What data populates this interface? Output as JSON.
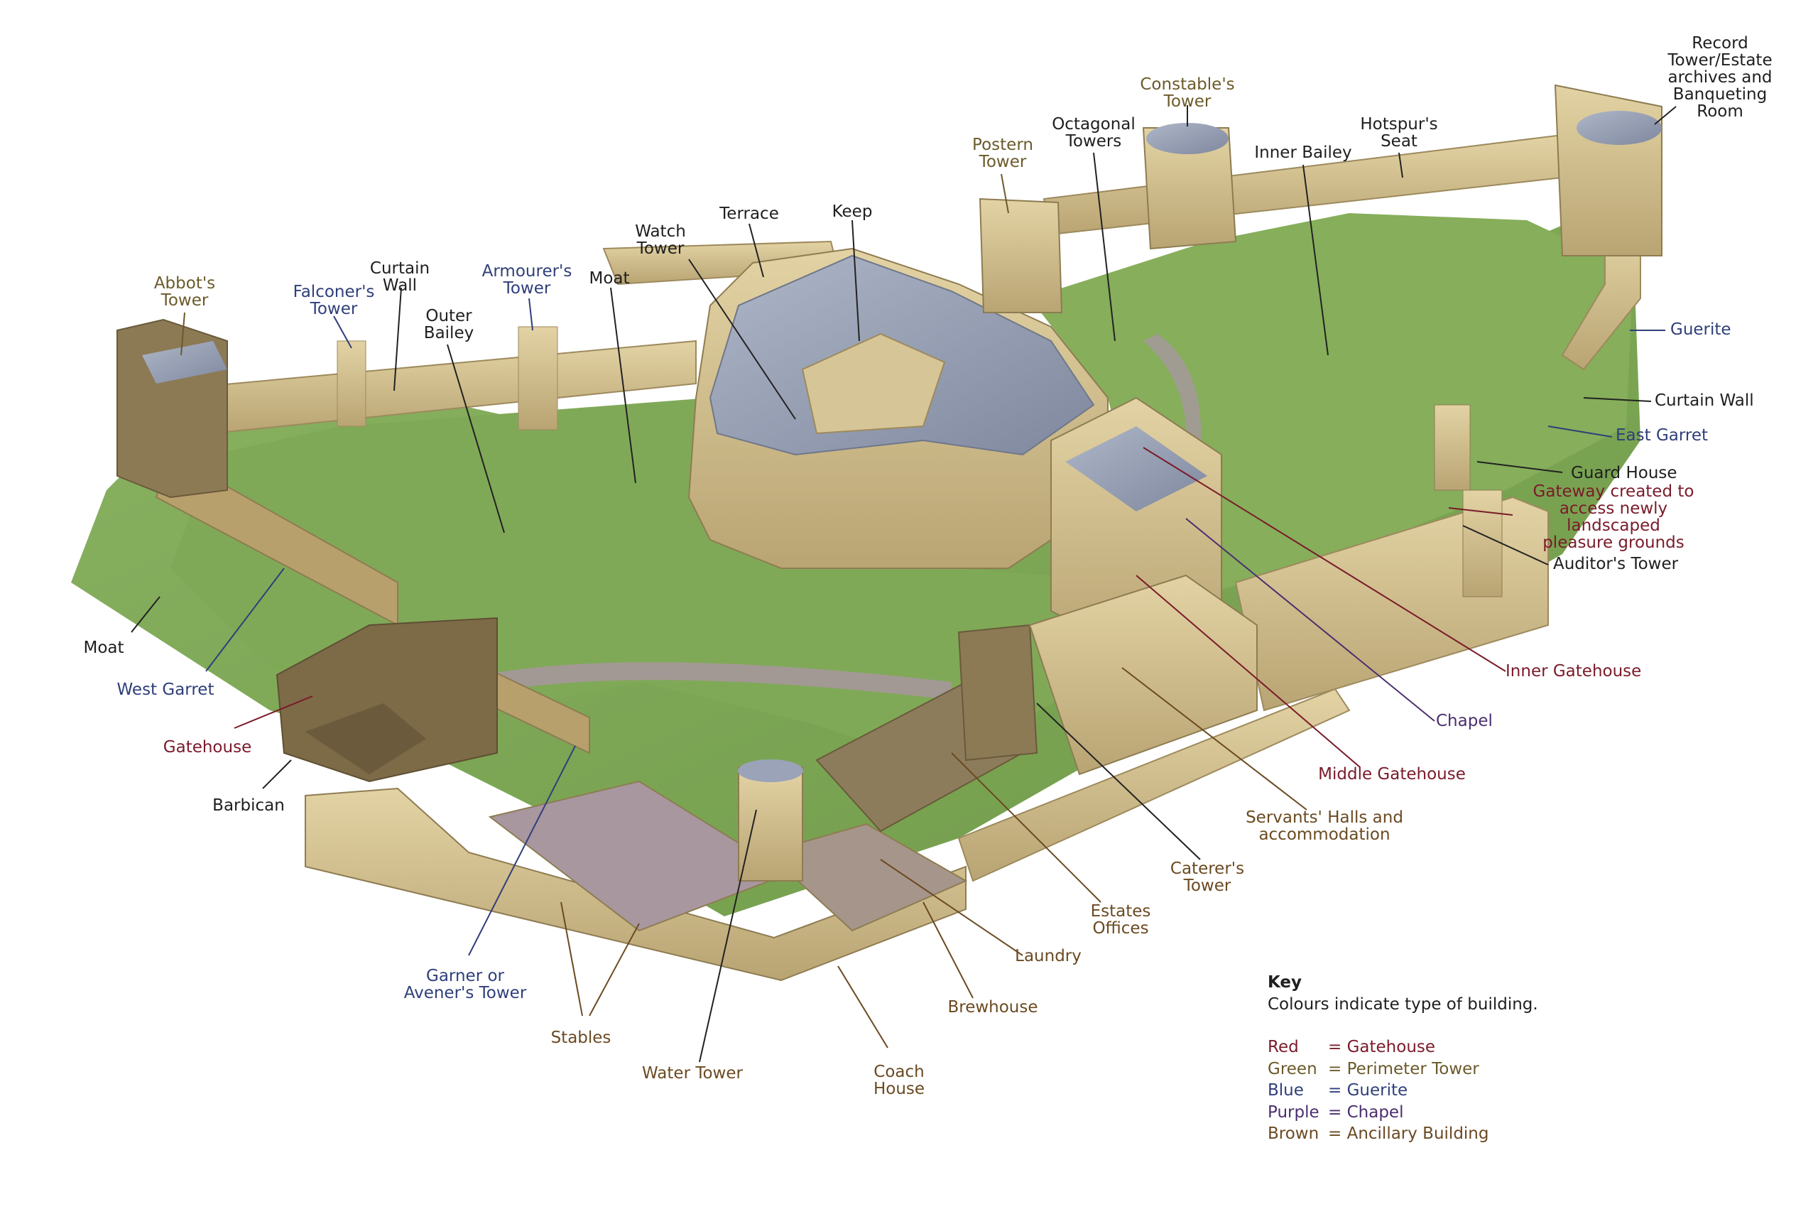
{
  "labels": {
    "record_tower": "Record Tower/Estate\narchives and\nBanqueting Room",
    "constables_tower": "Constable's\nTower",
    "octagonal_towers": "Octagonal\nTowers",
    "hotspurs_seat": "Hotspur's\nSeat",
    "inner_bailey": "Inner Bailey",
    "postern_tower": "Postern\nTower",
    "terrace": "Terrace",
    "keep": "Keep",
    "watch_tower": "Watch\nTower",
    "moat_top": "Moat",
    "armourers_tower": "Armourer's\nTower",
    "curtain_wall_top": "Curtain\nWall",
    "outer_bailey": "Outer\nBailey",
    "falconers_tower": "Falconer's\nTower",
    "abbots_tower": "Abbot's\nTower",
    "guerite": "Guerite",
    "curtain_wall_right": "Curtain Wall",
    "east_garret": "East Garret",
    "guard_house": "Guard House",
    "gateway_created": "Gateway created to\naccess newly landscaped\npleasure grounds",
    "auditors_tower": "Auditor's Tower",
    "inner_gatehouse": "Inner Gatehouse",
    "chapel": "Chapel",
    "middle_gatehouse": "Middle Gatehouse",
    "servants_halls": "Servants' Halls and\naccommodation",
    "caterers_tower": "Caterer's\nTower",
    "estates_offices": "Estates\nOffices",
    "laundry": "Laundry",
    "brewhouse": "Brewhouse",
    "coach_house": "Coach\nHouse",
    "water_tower": "Water Tower",
    "stables": "Stables",
    "garner_tower": "Garner or\nAvener's Tower",
    "barbican": "Barbican",
    "gatehouse": "Gatehouse",
    "west_garret": "West Garret",
    "moat_left": "Moat"
  },
  "key": {
    "title": "Key",
    "subtitle": "Colours indicate type of building.",
    "entries": [
      {
        "name": "Red",
        "desc": "= Gatehouse",
        "color": "#7a1b2a"
      },
      {
        "name": "Green",
        "desc": "= Perimeter Tower",
        "color": "#6b5a2a"
      },
      {
        "name": "Blue",
        "desc": "= Guerite",
        "color": "#2f3f7a"
      },
      {
        "name": "Purple",
        "desc": "= Chapel",
        "color": "#4b2f6e"
      },
      {
        "name": "Brown",
        "desc": "= Ancillary Building",
        "color": "#6b4a22"
      }
    ]
  },
  "colors": {
    "grass": "#7fa655",
    "grass_dark": "#5e8a3a",
    "stone": "#d8c79a",
    "stone_dark": "#b5a170",
    "roof": "#9aa3b8",
    "path": "#a8979f",
    "leader_black": "#222222",
    "leader_red": "#7a1b2a",
    "leader_blue": "#2f3f7a",
    "leader_purple": "#4b2f6e",
    "leader_brown": "#6b4a22"
  }
}
